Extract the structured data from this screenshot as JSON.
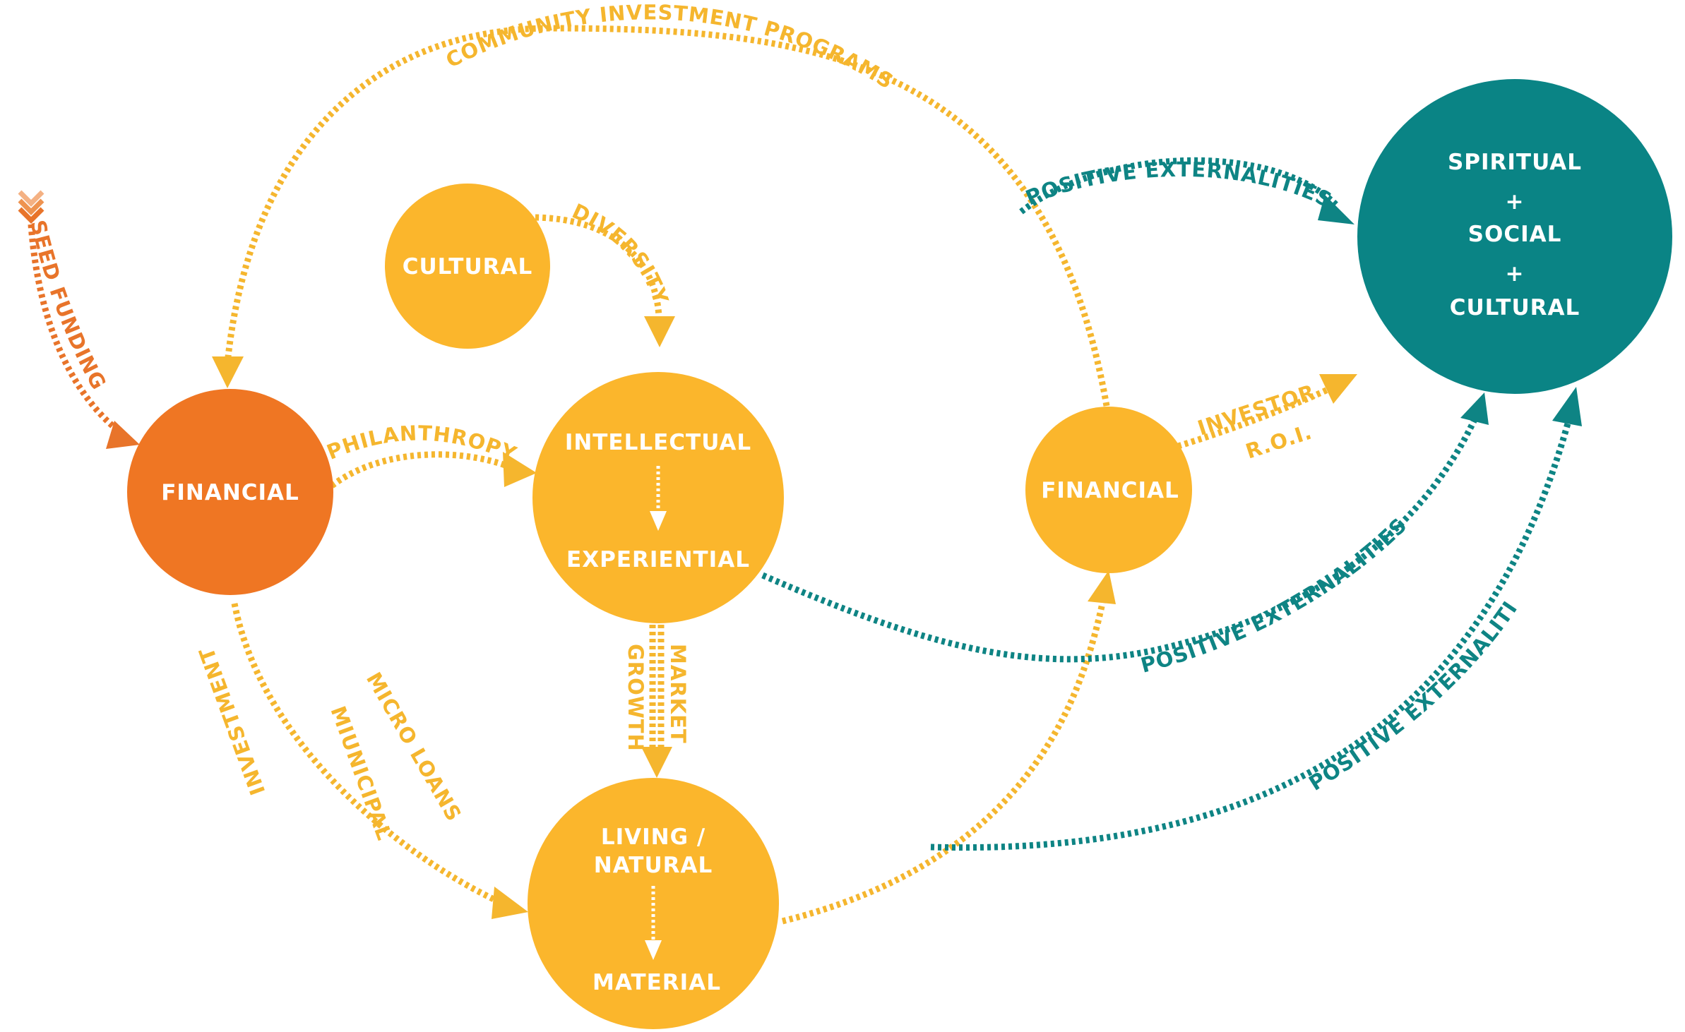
{
  "colors": {
    "orange": "#EF7623",
    "orange_arrow": "#E8742A",
    "yellow": "#FBB62C",
    "yellow_arrow": "#F5B62E",
    "teal": "#0A8485",
    "white": "#FFFFFF"
  },
  "nodes": {
    "financial_left": "FINANCIAL",
    "cultural": "CULTURAL",
    "intellectual": "INTELLECTUAL",
    "experiential": "EXPERIENTIAL",
    "living_line1": "LIVING /",
    "living_line2": "NATURAL",
    "material": "MATERIAL",
    "financial_right": "FINANCIAL",
    "spiritual": "SPIRITUAL",
    "plus1": "+",
    "social": "SOCIAL",
    "plus2": "+",
    "cultural_big": "CULTURAL"
  },
  "edges": {
    "community": "COMMUNITY INVESTMENT PROGRAMS",
    "seed": "SEED   FUNDING",
    "diversity": "DIVERSITY",
    "philanthropy": "PHILANTHROPY",
    "micro_loans": "MICRO LOANS",
    "municipal": "MIUNICIPAL",
    "investment": "INVESTMENT",
    "market": "MARKET",
    "growth": "GROWTH",
    "investor": "INVESTOR",
    "roi": "R.O.I.",
    "pos_ext_top": "POSITIVE  EXTERNALITIES",
    "pos_ext_mid": "POSITIVE   EXTERNALITIES",
    "pos_ext_low": "POSITIVE   EXTERNALITIES"
  }
}
